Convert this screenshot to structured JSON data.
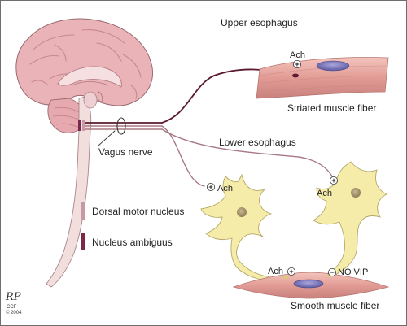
{
  "labels": {
    "upper_esophagus": "Upper esophagus",
    "striated_muscle_fiber": "Striated muscle fiber",
    "vagus_nerve": "Vagus nerve",
    "lower_esophagus": "Lower esophagus",
    "smooth_muscle_fiber": "Smooth muscle fiber",
    "ach_striated": "Ach",
    "ach_neuron_left": "Ach",
    "ach_neuron_right": "Ach",
    "ach_smooth": "Ach",
    "no_vip": "NO VIP"
  },
  "signs": {
    "plus": "+",
    "minus": "−"
  },
  "legend": {
    "items": [
      {
        "label": "Dorsal motor nucleus",
        "color": "#c69aa4"
      },
      {
        "label": "Nucleus ambiguus",
        "color": "#7a2a48"
      }
    ]
  },
  "signature": {
    "initials": "RP",
    "org": "CCF",
    "year": "© 2004"
  },
  "colors": {
    "brain": "#e9b3b8",
    "brainstem": "#f3dede",
    "nerve": "#8a4a58",
    "nerve_dark": "#5c1a30",
    "neuron": "#f4eca8",
    "nucleus": "#b3a37e",
    "muscle": "#e8a9a3",
    "muscle_nucleus": "#7a78b8"
  }
}
